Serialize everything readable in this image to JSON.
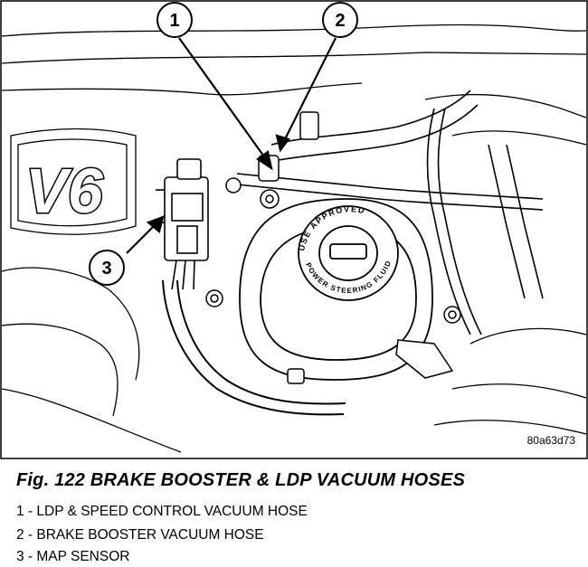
{
  "figure": {
    "v6_badge": "V6",
    "cap_text_top": "USE APPROVED",
    "cap_text_bottom": "POWER STEERING FLUID",
    "reference_code": "80a63d73",
    "callouts": [
      {
        "number": "1"
      },
      {
        "number": "2"
      },
      {
        "number": "3"
      }
    ]
  },
  "caption": "Fig. 122 BRAKE BOOSTER & LDP VACUUM HOSES",
  "legend": [
    {
      "text": "1 - LDP & SPEED CONTROL VACUUM HOSE"
    },
    {
      "text": "2 - BRAKE BOOSTER VACUUM HOSE"
    },
    {
      "text": "3 - MAP SENSOR"
    }
  ]
}
